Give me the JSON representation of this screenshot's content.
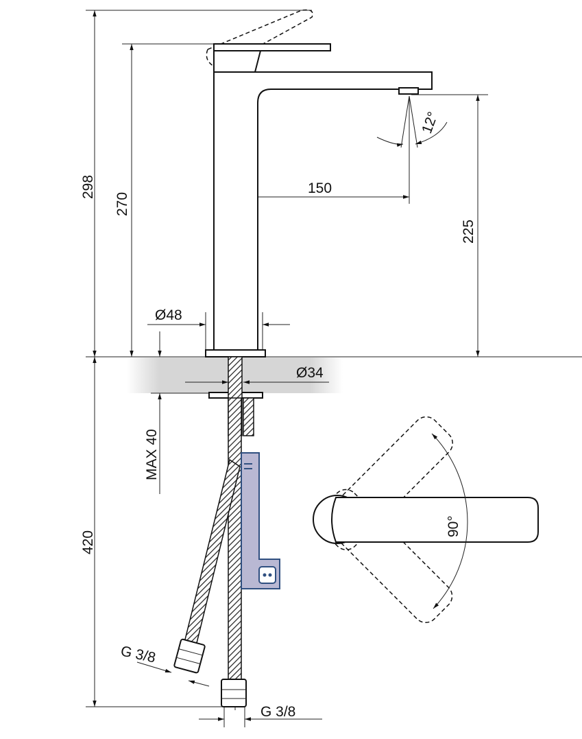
{
  "dimensions": {
    "total_height": "298",
    "handle_height": "270",
    "spout_reach": "150",
    "spout_angle": "12°",
    "spout_height": "225",
    "base_diameter": "Ø48",
    "rod_diameter": "Ø34",
    "max_counter_thickness": "MAX 40",
    "hose_length": "420",
    "hose_thread_left": "G 3/8",
    "hose_thread_right": "G 3/8",
    "handle_rotation": "90°"
  },
  "colors": {
    "bracket_fill": "#b9b8d3",
    "bracket_stroke": "#2f4f80",
    "counter_band": "#d6d6d6"
  }
}
